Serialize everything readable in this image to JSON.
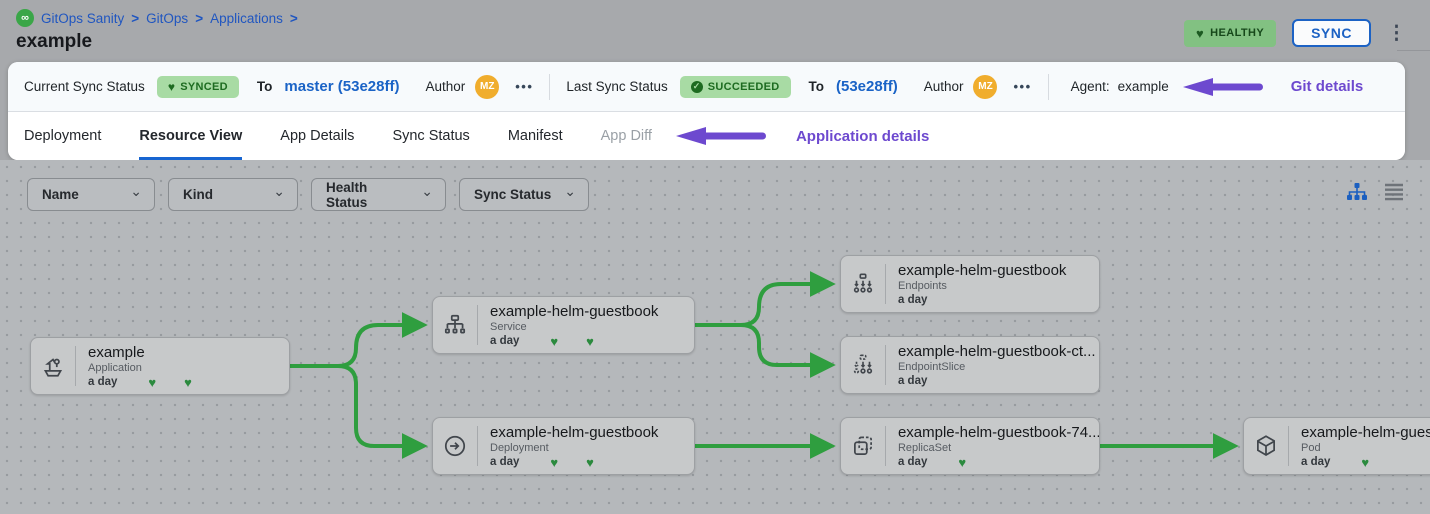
{
  "icons": {
    "chevron_down": "⌄",
    "kebab": "⋮",
    "ellipsis": "•••",
    "heart": "♥",
    "check": "✓",
    "logo_glyph": "∞",
    "breadcrumb_sep": ">"
  },
  "breadcrumb": {
    "items": [
      {
        "label": "GitOps Sanity"
      },
      {
        "label": "GitOps"
      },
      {
        "label": "Applications"
      }
    ]
  },
  "page_title": "example",
  "header": {
    "health_badge": "HEALTHY",
    "sync_button": "SYNC"
  },
  "sync_bar": {
    "current_label": "Current Sync Status",
    "current_badge": "SYNCED",
    "current_to": "To",
    "current_revision": "master (53e28ff)",
    "current_author_label": "Author",
    "current_avatar": "MZ",
    "last_label": "Last Sync Status",
    "last_badge": "SUCCEEDED",
    "last_to": "To",
    "last_revision": "(53e28ff)",
    "last_author_label": "Author",
    "last_avatar": "MZ",
    "agent_label": "Agent:",
    "agent_value": "example",
    "annotation": "Git details"
  },
  "tabs": {
    "items": [
      {
        "label": "Deployment",
        "active": false
      },
      {
        "label": "Resource View",
        "active": true
      },
      {
        "label": "App Details",
        "active": false
      },
      {
        "label": "Sync Status",
        "active": false
      },
      {
        "label": "Manifest",
        "active": false
      },
      {
        "label": "App Diff",
        "active": false,
        "disabled": true
      }
    ],
    "annotation": "Application details"
  },
  "filters": {
    "name": "Name",
    "kind": "Kind",
    "health": "Health Status",
    "sync": "Sync Status"
  },
  "graph": {
    "nodes": [
      {
        "title": "example",
        "kind": "Application",
        "age": "a day",
        "hearts": 2
      },
      {
        "title": "example-helm-guestbook",
        "kind": "Service",
        "age": "a day",
        "hearts": 2
      },
      {
        "title": "example-helm-guestbook",
        "kind": "Endpoints",
        "age": "a day",
        "hearts": 0
      },
      {
        "title": "example-helm-guestbook-ct...",
        "kind": "EndpointSlice",
        "age": "a day",
        "hearts": 0
      },
      {
        "title": "example-helm-guestbook",
        "kind": "Deployment",
        "age": "a day",
        "hearts": 2
      },
      {
        "title": "example-helm-guestbook-74...",
        "kind": "ReplicaSet",
        "age": "a day",
        "hearts": 1
      },
      {
        "title": "example-helm-guest",
        "kind": "Pod",
        "age": "a day",
        "hearts": 1
      }
    ]
  },
  "colors": {
    "accent_blue": "#1a63c6",
    "annotation_purple": "#6d49cf",
    "edge_green": "#2f9e3f",
    "heart_green": "#2b8a3e",
    "badge_green_bg": "#a8dba4",
    "badge_green_text": "#1d6b20",
    "avatar_orange": "#f0ad2d"
  }
}
